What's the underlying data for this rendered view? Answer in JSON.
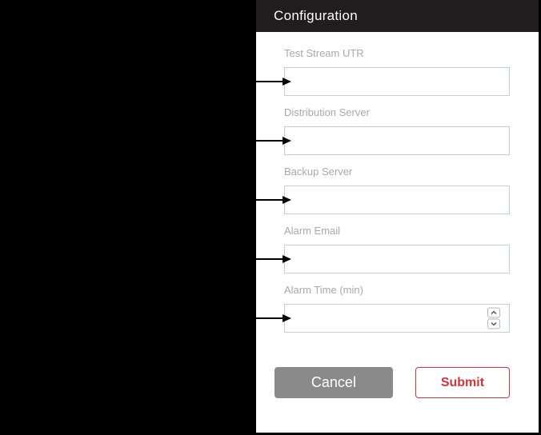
{
  "panel": {
    "title": "Configuration",
    "fields": [
      {
        "label": "Test Stream UTR",
        "value": "",
        "type": "text"
      },
      {
        "label": "Distribution Server",
        "value": "",
        "type": "text"
      },
      {
        "label": "Backup Server",
        "value": "",
        "type": "text"
      },
      {
        "label": "Alarm Email",
        "value": "",
        "type": "text"
      },
      {
        "label": "Alarm Time (min)",
        "value": "",
        "type": "number"
      }
    ],
    "buttons": {
      "cancel": "Cancel",
      "submit": "Submit"
    }
  },
  "annotations": {
    "arrow_icon": "arrow-right-icon",
    "arrow_count": 5,
    "arrow_color": "#000000"
  },
  "icons": {
    "spinner_up": "chevron-up-icon",
    "spinner_down": "chevron-down-icon"
  },
  "colors": {
    "page_background": "#000000",
    "header_background": "#211d1e",
    "header_text": "#ffffff",
    "panel_background": "#ffffff",
    "label_text": "#a9a9a9",
    "input_border": "#c8cdd3",
    "cancel_background": "#8a8a8a",
    "cancel_text": "#ffffff",
    "submit_accent": "#d43339"
  }
}
